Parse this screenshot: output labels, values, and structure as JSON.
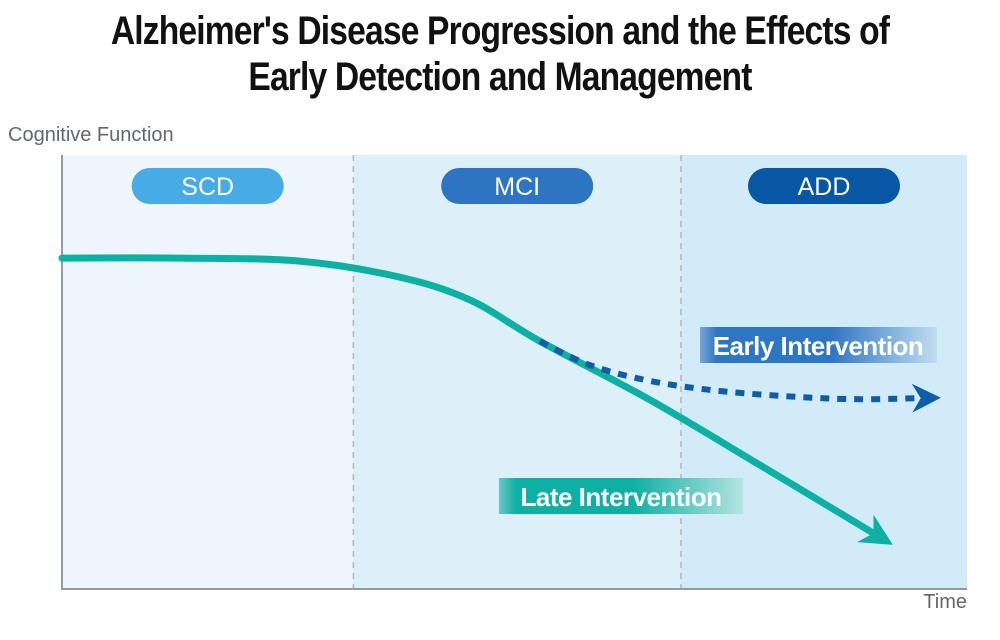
{
  "title": {
    "line1": "Alzheimer's Disease Progression and the Effects of",
    "line2": "Early Detection and Management"
  },
  "axes": {
    "y_label": "Cognitive Function",
    "x_label": "Time"
  },
  "colors": {
    "axis": "#97999c",
    "separator": "#b3bac1",
    "early_edge": "#79a6d6",
    "early_solid": "#2e75c3",
    "early_fade": "#c2ddf1",
    "late_edge": "#6cc8c0",
    "late_solid": "#0fb0a4",
    "late_fade": "#b5e4e0"
  },
  "annotations": {
    "early": {
      "label": "Early Intervention"
    },
    "late": {
      "label": "Late Intervention"
    }
  },
  "chart_data": {
    "type": "line",
    "title": "Alzheimer's Disease Progression and the Effects of Early Detection and Management",
    "xlabel": "Time",
    "ylabel": "Cognitive Function",
    "axis_numeric_labels": false,
    "x_range_pct": [
      0,
      100
    ],
    "y_range_pct": [
      0,
      100
    ],
    "grid": false,
    "legend_position": "inline-labels",
    "stages": [
      {
        "label": "SCD",
        "pill_color": "#47abe5",
        "band_color": "#eef6fc",
        "x_range": [
          0,
          32.2
        ]
      },
      {
        "label": "MCI",
        "pill_color": "#2d74c2",
        "band_color": "#ddeff9",
        "x_range": [
          32.2,
          68.4
        ]
      },
      {
        "label": "ADD",
        "pill_color": "#0857a5",
        "band_color": "#d2ebf8",
        "x_range": [
          68.4,
          100
        ]
      }
    ],
    "branch_point_pct": [
      52.8,
      57.0
    ],
    "series": [
      {
        "name": "Late Intervention",
        "style": "solid",
        "color": "#0cb1a4",
        "points": [
          [
            0,
            76.2
          ],
          [
            13,
            76.2
          ],
          [
            26.3,
            75.5
          ],
          [
            37.3,
            71.8
          ],
          [
            45.1,
            66.5
          ],
          [
            52.8,
            57.0
          ],
          [
            65,
            43.4
          ],
          [
            77.1,
            28.4
          ],
          [
            90.9,
            11.1
          ]
        ]
      },
      {
        "name": "Early Intervention",
        "style": "dashed",
        "color": "#0f5ca8",
        "points": [
          [
            52.8,
            57.0
          ],
          [
            58.3,
            51.5
          ],
          [
            65,
            47.8
          ],
          [
            72.7,
            45.5
          ],
          [
            81.5,
            44.1
          ],
          [
            88.2,
            43.6
          ],
          [
            96,
            43.9
          ]
        ]
      }
    ]
  }
}
